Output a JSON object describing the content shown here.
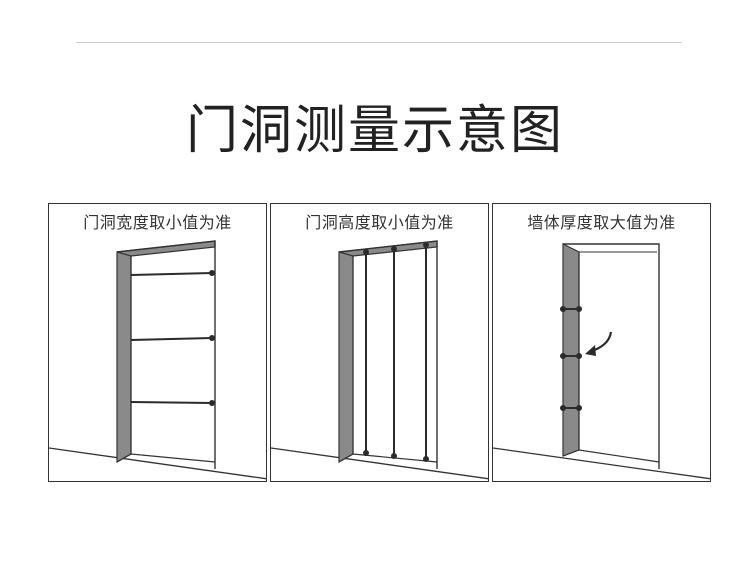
{
  "title": "门洞测量示意图",
  "panels": [
    {
      "caption": "门洞宽度取小值为准"
    },
    {
      "caption": "门洞高度取小值为准"
    },
    {
      "caption": "墙体厚度取大值为准"
    }
  ],
  "colors": {
    "text": "#222222",
    "frame": "#333333",
    "wall_side": "#8a8a8a",
    "line": "#2b2b2b",
    "divider": "#cfcfcf"
  }
}
